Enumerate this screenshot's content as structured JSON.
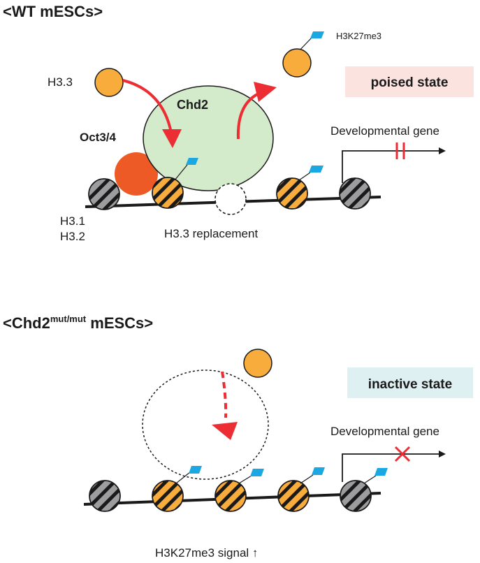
{
  "wt_panel": {
    "title": "<WT mESCs>",
    "h33_label": "H3.3",
    "mark_label": "H3K27me3",
    "chd2_label": "Chd2",
    "oct_label": "Oct3/4",
    "state_label": "poised state",
    "gene_label": "Developmental gene",
    "h31_label": "H3.1",
    "h32_label": "H3.2",
    "replacement_label": "H3.3 replacement"
  },
  "mut_panel": {
    "title_prefix": "<Chd2",
    "title_superscript": "mut/mut",
    "title_suffix": " mESCs>",
    "state_label": "inactive state",
    "gene_label": "Developmental gene",
    "signal_label": "H3K27me3 signal ↑"
  },
  "colors": {
    "h33_orange": "#f8ac3c",
    "h31_gray": "#9d9d9f",
    "mark_blue": "#1ba7e1",
    "chd2_green": "#d3ebcb",
    "oct_red": "#ee5a26",
    "arrow_red": "#ec2d34",
    "poised_bg": "#fbe3e0",
    "inactive_bg": "#def0f2"
  },
  "icons": {
    "transcription_blocked": "double-bar-icon",
    "transcription_off": "red-x-icon"
  }
}
